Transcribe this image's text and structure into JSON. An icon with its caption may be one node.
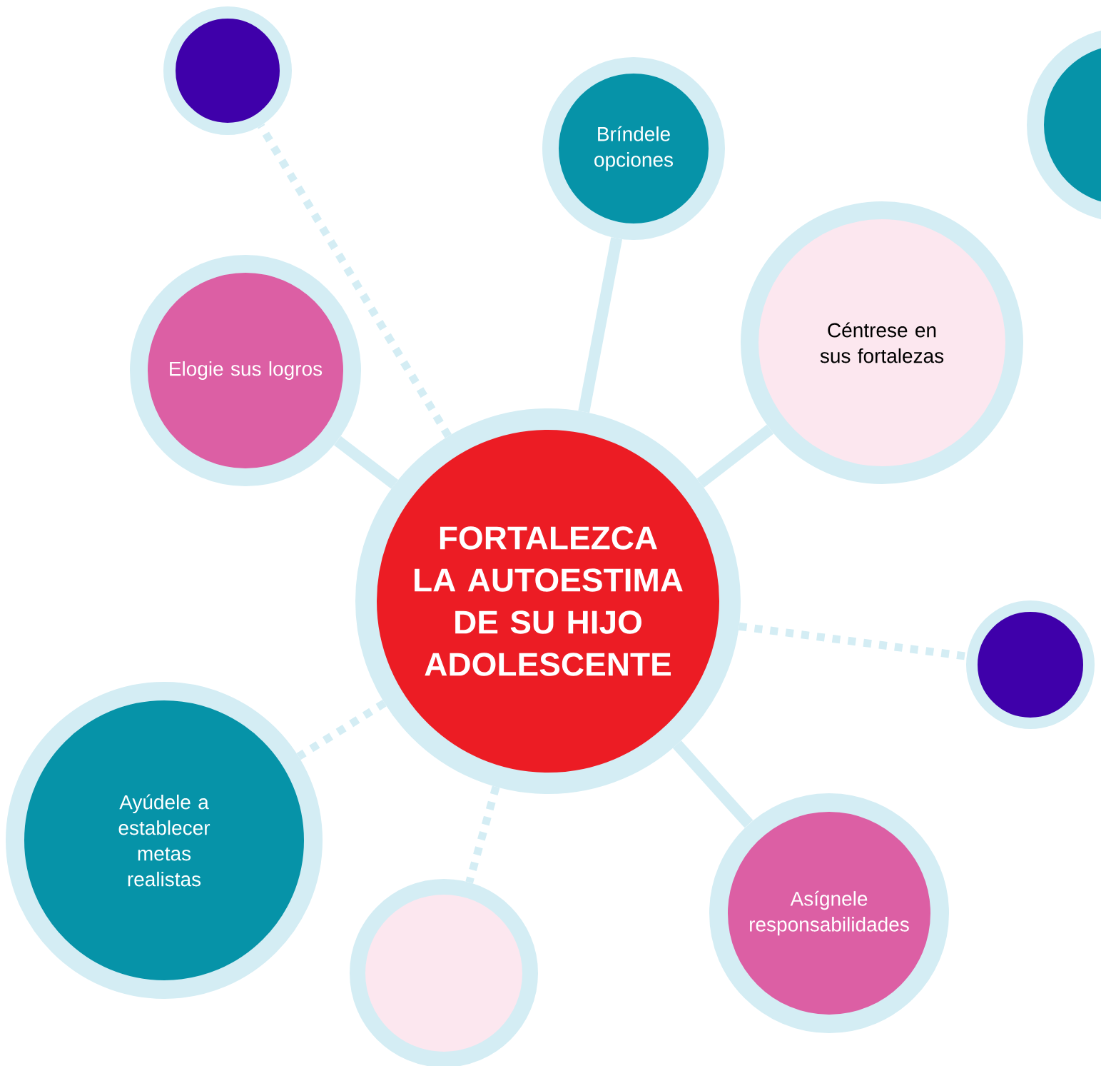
{
  "diagram": {
    "nodes": [
      {
        "text": [
          "FORTALEZCA LA AUTOESTIMA DE SU HIJO ADOLESCENTE"
        ]
      },
      {
        "text": [],
        "shape": "circle"
      },
      {
        "text": [
          "Bríndele opciones"
        ]
      },
      {
        "text": [],
        "shape": "circle"
      },
      {
        "text": [
          "Elogie sus logros"
        ]
      },
      {
        "text": [
          "Céntrese en sus fortalezas"
        ]
      },
      {
        "text": [],
        "shape": "circle"
      },
      {
        "text": [
          "Ayúdele a establecer metas realistas"
        ]
      },
      {
        "text": [],
        "shape": "circle"
      },
      {
        "text": [
          "Asígnele responsabilidades"
        ]
      }
    ],
    "edges": [
      {
        "from": 0,
        "to": 1,
        "arrow": "none",
        "style": "dashed"
      },
      {
        "from": 0,
        "to": 2,
        "arrow": "none"
      },
      {
        "from": 0,
        "to": 4,
        "arrow": "none"
      },
      {
        "from": 0,
        "to": 5,
        "arrow": "none"
      },
      {
        "from": 0,
        "to": 6,
        "arrow": "none",
        "style": "dashed"
      },
      {
        "from": 0,
        "to": 7,
        "arrow": "none",
        "style": "dashed"
      },
      {
        "from": 0,
        "to": 8,
        "arrow": "none",
        "style": "dashed"
      },
      {
        "from": 0,
        "to": 9,
        "arrow": "none"
      }
    ]
  }
}
